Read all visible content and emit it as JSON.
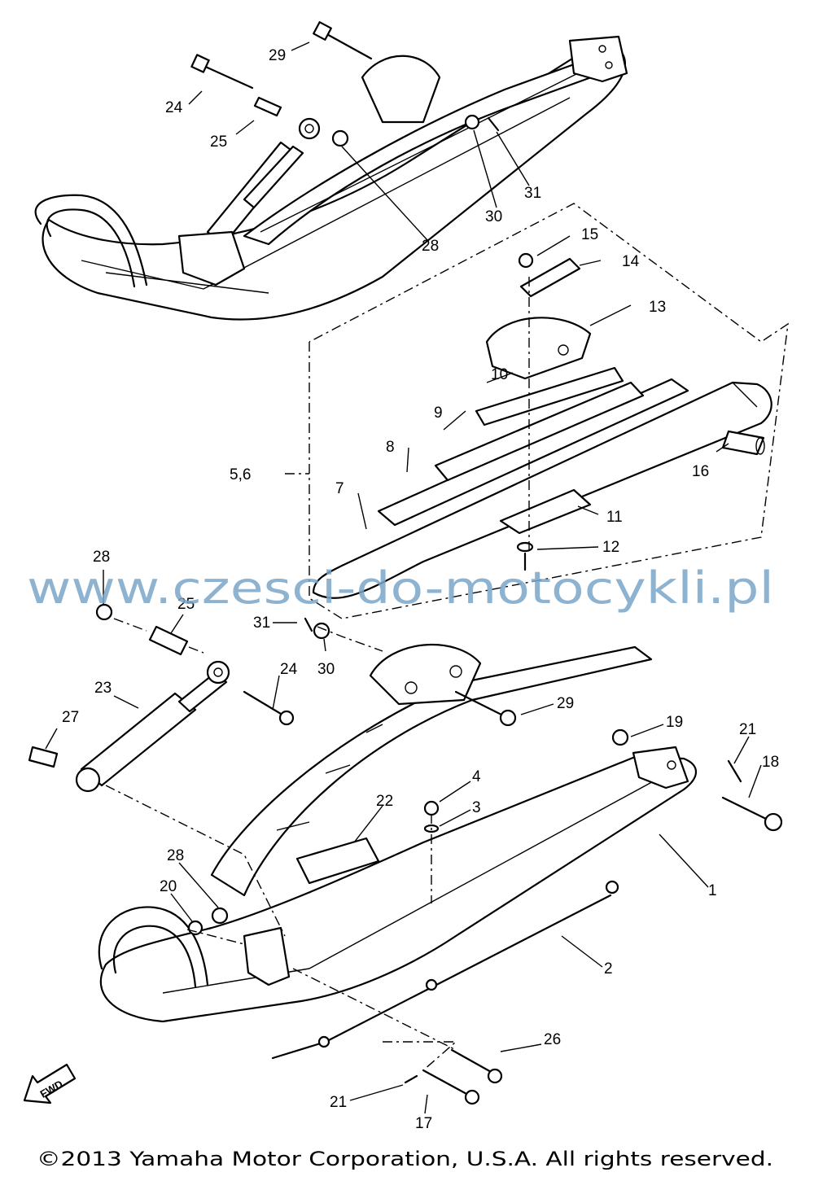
{
  "callouts": [
    {
      "id": "c29a",
      "text": "29"
    },
    {
      "id": "c24a",
      "text": "24"
    },
    {
      "id": "c25a",
      "text": "25"
    },
    {
      "id": "c28a",
      "text": "28"
    },
    {
      "id": "c30a",
      "text": "30"
    },
    {
      "id": "c31a",
      "text": "31"
    },
    {
      "id": "c15",
      "text": "15"
    },
    {
      "id": "c14",
      "text": "14"
    },
    {
      "id": "c13",
      "text": "13"
    },
    {
      "id": "c10",
      "text": "10"
    },
    {
      "id": "c9",
      "text": "9"
    },
    {
      "id": "c8",
      "text": "8"
    },
    {
      "id": "c7",
      "text": "7"
    },
    {
      "id": "c56",
      "text": "5,6"
    },
    {
      "id": "c16",
      "text": "16"
    },
    {
      "id": "c11",
      "text": "11"
    },
    {
      "id": "c12",
      "text": "12"
    },
    {
      "id": "c28b",
      "text": "28"
    },
    {
      "id": "c25b",
      "text": "25"
    },
    {
      "id": "c31b",
      "text": "31"
    },
    {
      "id": "c30b",
      "text": "30"
    },
    {
      "id": "c24b",
      "text": "24"
    },
    {
      "id": "c23",
      "text": "23"
    },
    {
      "id": "c29b",
      "text": "29"
    },
    {
      "id": "c27",
      "text": "27"
    },
    {
      "id": "c19",
      "text": "19"
    },
    {
      "id": "c21a",
      "text": "21"
    },
    {
      "id": "c18",
      "text": "18"
    },
    {
      "id": "c4",
      "text": "4"
    },
    {
      "id": "c3",
      "text": "3"
    },
    {
      "id": "c22",
      "text": "22"
    },
    {
      "id": "c1",
      "text": "1"
    },
    {
      "id": "c28c",
      "text": "28"
    },
    {
      "id": "c20",
      "text": "20"
    },
    {
      "id": "c2",
      "text": "2"
    },
    {
      "id": "c26",
      "text": "26"
    },
    {
      "id": "c21b",
      "text": "21"
    },
    {
      "id": "c17",
      "text": "17"
    }
  ],
  "fwd_label": "FWD",
  "watermark": "www.czesci-do-motocykli.pl",
  "copyright": "©2013 Yamaha Motor Corporation, U.S.A. All rights reserved."
}
